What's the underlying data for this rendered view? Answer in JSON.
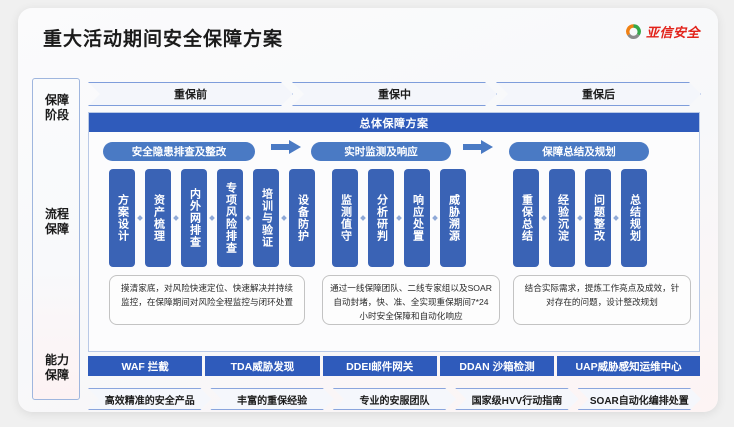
{
  "header": {
    "title": "重大活动期间安全保障方案",
    "logo_text": "亚信安全",
    "logo_icon": "ring-logo-icon",
    "logo_colors": {
      "orange": "#f08113",
      "green": "#35a84a",
      "gray": "#8a8a8a",
      "text": "#e2231a"
    }
  },
  "rail": {
    "labels": [
      {
        "text": "保障\n阶段",
        "line1": "保障",
        "line2": "阶段"
      },
      {
        "text": "流程\n保障",
        "line1": "流程",
        "line2": "保障"
      },
      {
        "text": "能力\n保障",
        "line1": "能力",
        "line2": "保障"
      }
    ]
  },
  "phases": [
    {
      "label": "重保前"
    },
    {
      "label": "重保中"
    },
    {
      "label": "重保后"
    }
  ],
  "process": {
    "head_title": "总体保障方案",
    "pills": [
      {
        "label": "安全隐患排查及整改"
      },
      {
        "label": "实时监测及响应"
      },
      {
        "label": "保障总结及规划"
      }
    ],
    "arrow_icon": "right-arrow-icon",
    "groups": [
      {
        "name": "pre-guarantee-steps",
        "cards": [
          "方案设计",
          "资产梳理",
          "内外网排查",
          "专项风险排查",
          "培训与验证",
          "设备防护"
        ]
      },
      {
        "name": "during-guarantee-steps",
        "cards": [
          "监测值守",
          "分析研判",
          "响应处置",
          "威胁溯源"
        ]
      },
      {
        "name": "post-guarantee-steps",
        "cards": [
          "重保总结",
          "经验沉淀",
          "问题整改",
          "总结规划"
        ]
      }
    ],
    "descriptions": [
      {
        "text": "摸清家底，对风险快速定位、快速解决并持续监控，在保障期间对风险全程监控与闭环处置"
      },
      {
        "text": "通过一线保障团队、二线专家组以及SOAR自动封堵，快、准、全实现重保期间7*24小时安全保障和自动化响应"
      },
      {
        "text": "结合实际需求，提炼工作亮点及成效，针对存在的问题，设计整改规划"
      }
    ]
  },
  "capabilities": [
    {
      "label": "WAF 拦截"
    },
    {
      "label": "TDA威胁发现"
    },
    {
      "label": "DDEI邮件网关"
    },
    {
      "label": "DDAN 沙箱检测"
    },
    {
      "label": "UAP威胁感知运维中心"
    }
  ],
  "foundations": [
    {
      "label": "高效精准的安全产品"
    },
    {
      "label": "丰富的重保经验"
    },
    {
      "label": "专业的安服团队"
    },
    {
      "label": "国家级HVV行动指南"
    },
    {
      "label": "SOAR自动化编排处置"
    }
  ],
  "colors": {
    "header_blue": "#2f5bbb",
    "pill_blue": "#4a7ac4",
    "card_blue": "#3a63b5",
    "chevron_border": "#7e9ddb",
    "page_bg": "#f0f0f0"
  }
}
